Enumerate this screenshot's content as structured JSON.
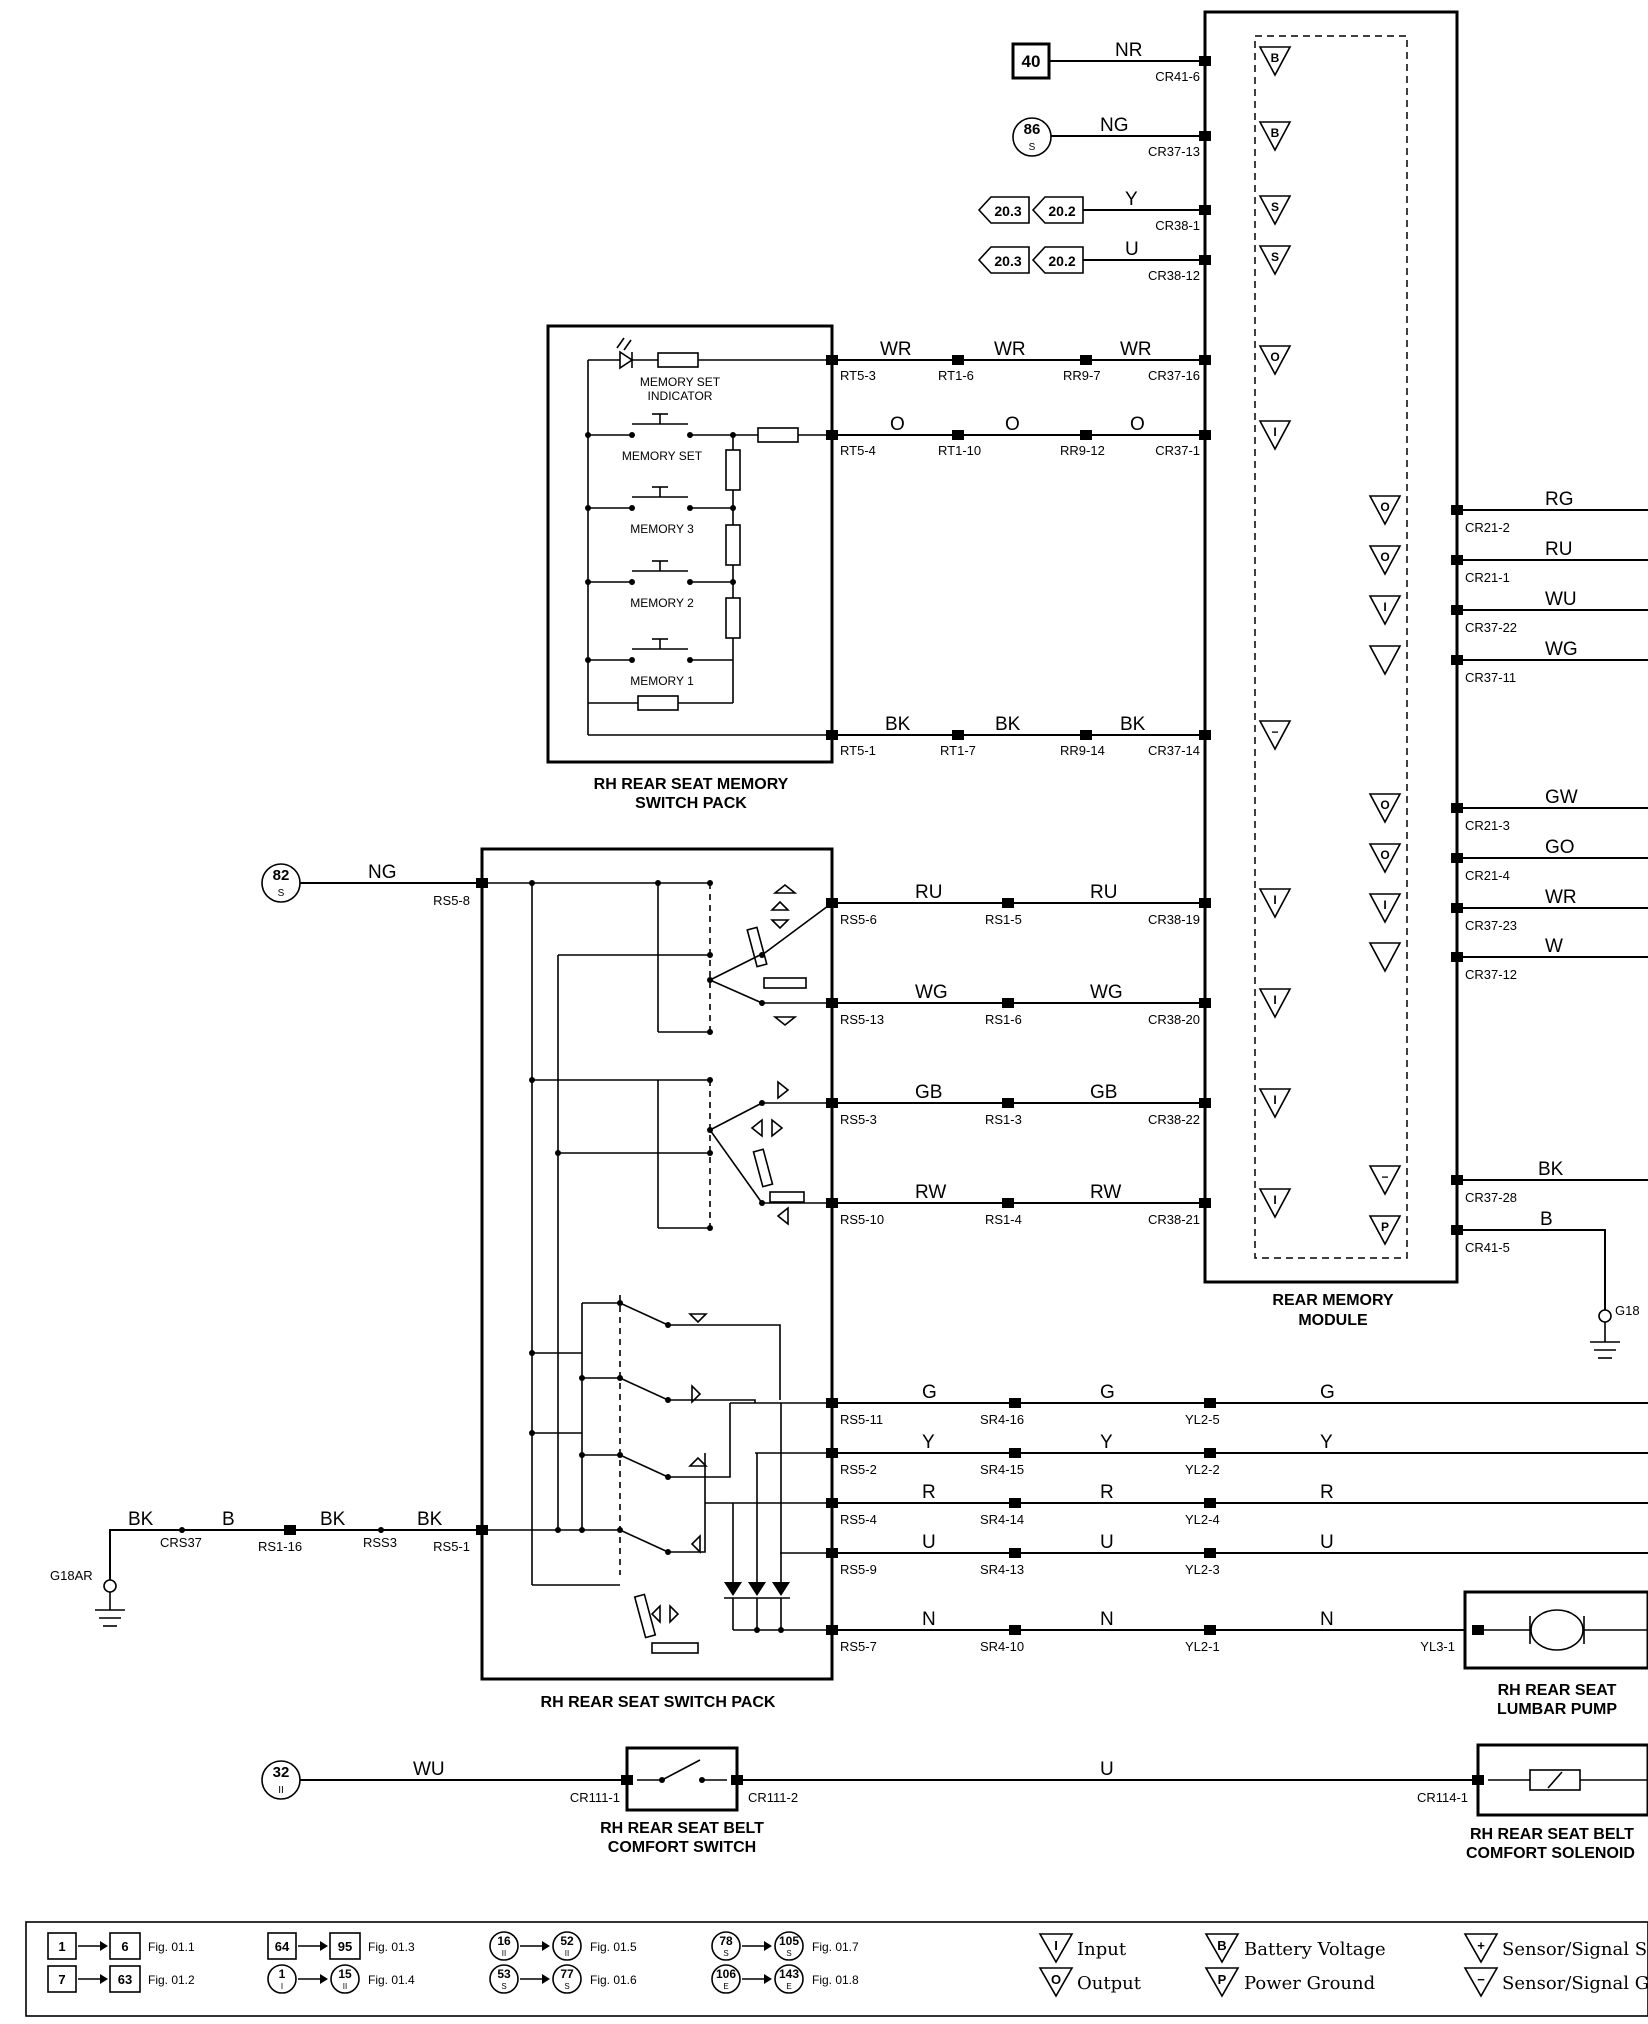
{
  "refs": {
    "r40": "40",
    "r86": "86",
    "s86": "S",
    "r203a": "20.3",
    "r202a": "20.2",
    "r203b": "20.3",
    "r202b": "20.2",
    "r82": "82",
    "s82": "S",
    "r32": "32",
    "s32": "II"
  },
  "wires": {
    "nr": "NR",
    "ng1": "NG",
    "y": "Y",
    "u": "U",
    "wr1": "WR",
    "wr2": "WR",
    "wr3": "WR",
    "o1": "O",
    "o2": "O",
    "o3": "O",
    "bk1": "BK",
    "bk2": "BK",
    "bk3": "BK",
    "rg": "RG",
    "ru_r": "RU",
    "wu_r": "WU",
    "wg_r": "WG",
    "gw": "GW",
    "go": "GO",
    "wr_r": "WR",
    "w": "W",
    "bk_r": "BK",
    "b_r": "B",
    "ng2": "NG",
    "ru1": "RU",
    "ru2": "RU",
    "wg1": "WG",
    "wg2": "WG",
    "gb1": "GB",
    "gb2": "GB",
    "rw1": "RW",
    "rw2": "RW",
    "g1": "G",
    "g2": "G",
    "g3": "G",
    "yy1": "Y",
    "yy2": "Y",
    "yy3": "Y",
    "r1": "R",
    "r2": "R",
    "r3": "R",
    "uu1": "U",
    "uu2": "U",
    "uu3": "U",
    "n1": "N",
    "n2": "N",
    "n3": "N",
    "gbk1": "BK",
    "gb_b": "B",
    "gbk2": "BK",
    "gbk3": "BK",
    "wu_b": "WU",
    "u_b": "U"
  },
  "connectors": {
    "cr41_6": "CR41-6",
    "cr37_13": "CR37-13",
    "cr38_1": "CR38-1",
    "cr38_12": "CR38-12",
    "rt5_3": "RT5-3",
    "rt1_6": "RT1-6",
    "rr9_7": "RR9-7",
    "cr37_16": "CR37-16",
    "rt5_4": "RT5-4",
    "rt1_10": "RT1-10",
    "rr9_12": "RR9-12",
    "cr37_1": "CR37-1",
    "rt5_1": "RT5-1",
    "rt1_7": "RT1-7",
    "rr9_14": "RR9-14",
    "cr37_14": "CR37-14",
    "cr21_2": "CR21-2",
    "cr21_1": "CR21-1",
    "cr37_22": "CR37-22",
    "cr37_11": "CR37-11",
    "cr21_3": "CR21-3",
    "cr21_4": "CR21-4",
    "cr37_23": "CR37-23",
    "cr37_12": "CR37-12",
    "cr37_28": "CR37-28",
    "cr41_5": "CR41-5",
    "rs5_8": "RS5-8",
    "rs5_6": "RS5-6",
    "rs1_5": "RS1-5",
    "cr38_19": "CR38-19",
    "rs5_13": "RS5-13",
    "rs1_6": "RS1-6",
    "cr38_20": "CR38-20",
    "rs5_3": "RS5-3",
    "rs1_3": "RS1-3",
    "cr38_22": "CR38-22",
    "rs5_10": "RS5-10",
    "rs1_4": "RS1-4",
    "cr38_21": "CR38-21",
    "rs5_11": "RS5-11",
    "sr4_16": "SR4-16",
    "yl2_5": "YL2-5",
    "rs5_2": "RS5-2",
    "sr4_15": "SR4-15",
    "yl2_2": "YL2-2",
    "rs5_4": "RS5-4",
    "sr4_14": "SR4-14",
    "yl2_4": "YL2-4",
    "rs5_9": "RS5-9",
    "sr4_13": "SR4-13",
    "yl2_3": "YL2-3",
    "rs5_7": "RS5-7",
    "sr4_10": "SR4-10",
    "yl2_1": "YL2-1",
    "yl3_1": "YL3-1",
    "crs37": "CRS37",
    "rs1_16": "RS1-16",
    "rss3": "RSS3",
    "rs5_1": "RS5-1",
    "g18ar": "G18AR",
    "g18_r": "G18",
    "cr111_1": "CR111-1",
    "cr111_2": "CR111-2",
    "cr114_1": "CR114-1"
  },
  "components": {
    "memory_pack": [
      "RH REAR SEAT MEMORY",
      "SWITCH PACK"
    ],
    "memory_set_indicator": [
      "MEMORY SET",
      "INDICATOR"
    ],
    "memory_set": "MEMORY SET",
    "memory_3": "MEMORY 3",
    "memory_2": "MEMORY 2",
    "memory_1": "MEMORY 1",
    "rear_module": [
      "REAR MEMORY",
      "MODULE"
    ],
    "switch_pack": "RH REAR SEAT SWITCH PACK",
    "lumbar_pump": [
      "RH REAR SEAT",
      "LUMBAR PUMP"
    ],
    "belt_switch": [
      "RH REAR SEAT BELT",
      "COMFORT SWITCH"
    ],
    "belt_solenoid": [
      "RH REAR SEAT BELT",
      "COMFORT SOLENOID"
    ]
  },
  "legend": {
    "figs": [
      {
        "a": "1",
        "b": "6",
        "fig": "Fig. 01.1"
      },
      {
        "a": "7",
        "b": "63",
        "fig": "Fig. 01.2"
      },
      {
        "a": "64",
        "b": "95",
        "fig": "Fig. 01.3"
      },
      {
        "a": "1",
        "sa": "I",
        "b": "15",
        "sb": "II",
        "fig": "Fig. 01.4"
      },
      {
        "a": "16",
        "sa": "II",
        "b": "52",
        "sb": "II",
        "fig": "Fig. 01.5"
      },
      {
        "a": "53",
        "sa": "S",
        "b": "77",
        "sb": "S",
        "fig": "Fig. 01.6"
      },
      {
        "a": "78",
        "sa": "S",
        "b": "105",
        "sb": "S",
        "fig": "Fig. 01.7"
      },
      {
        "a": "106",
        "sa": "E",
        "b": "143",
        "sb": "E",
        "fig": "Fig. 01.8"
      }
    ],
    "input": "Input",
    "output": "Output",
    "battery": "Battery Voltage",
    "ground": "Power Ground",
    "sensor_plus": "Sensor/Signal Su",
    "sensor_minus": "Sensor/Signal Gr",
    "sym_in": "I",
    "sym_out": "O",
    "sym_b": "B",
    "sym_p": "P",
    "sym_s": "S",
    "sym_plus": "+",
    "sym_minus": "−"
  }
}
